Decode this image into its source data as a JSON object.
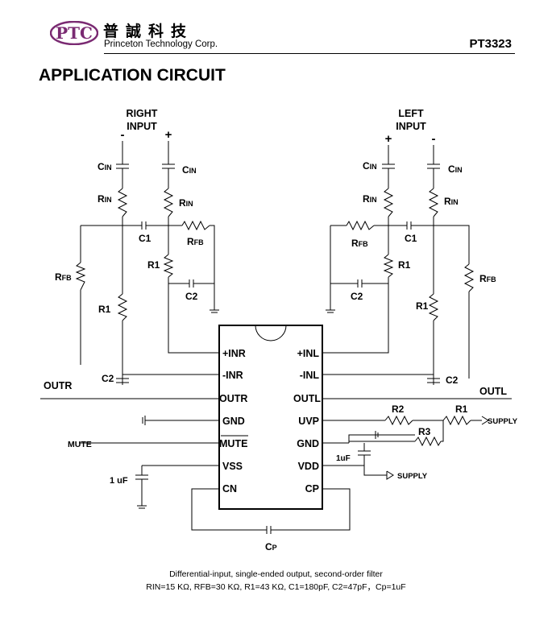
{
  "header": {
    "logo_text": "PTC",
    "company_cn": "普誠科技",
    "company_en": "Princeton Technology Corp.",
    "part_number": "PT3323"
  },
  "section_title": "APPLICATION CIRCUIT",
  "inputs": {
    "right": {
      "line1": "RIGHT",
      "line2": "INPUT",
      "minus": "-",
      "plus": "+"
    },
    "left": {
      "line1": "LEFT",
      "line2": "INPUT",
      "minus": "-",
      "plus": "+"
    }
  },
  "components": {
    "cin_main": "C",
    "cin_sub": "IN",
    "rin_main": "R",
    "rin_sub": "IN",
    "rfb_main": "R",
    "rfb_sub": "FB",
    "c1": "C1",
    "c2": "C2",
    "r1": "R1",
    "r2": "R2",
    "r3": "R3",
    "cap_1uf_left": "1 uF",
    "cap_1uf_right": "1uF",
    "cp_main": "C",
    "cp_sub": "P"
  },
  "chip_pins": {
    "left": [
      "+INR",
      "-INR",
      "OUTR",
      "GND",
      "MUTE",
      "VSS",
      "CN"
    ],
    "right": [
      "+INL",
      "-INL",
      "OUTL",
      "UVP",
      "GND",
      "VDD",
      "CP"
    ]
  },
  "external_labels": {
    "outr": "OUTR",
    "outl": "OUTL",
    "mute": "MUTE",
    "supply_top": "SUPPLY",
    "supply_bottom": "SUPPLY"
  },
  "caption": {
    "line1": "Differential-input, single-ended output, second-order filter",
    "line2": "RIN=15 KΩ, RFB=30 KΩ, R1=43 KΩ, C1=180pF, C2=47pF，Cp=1uF"
  }
}
